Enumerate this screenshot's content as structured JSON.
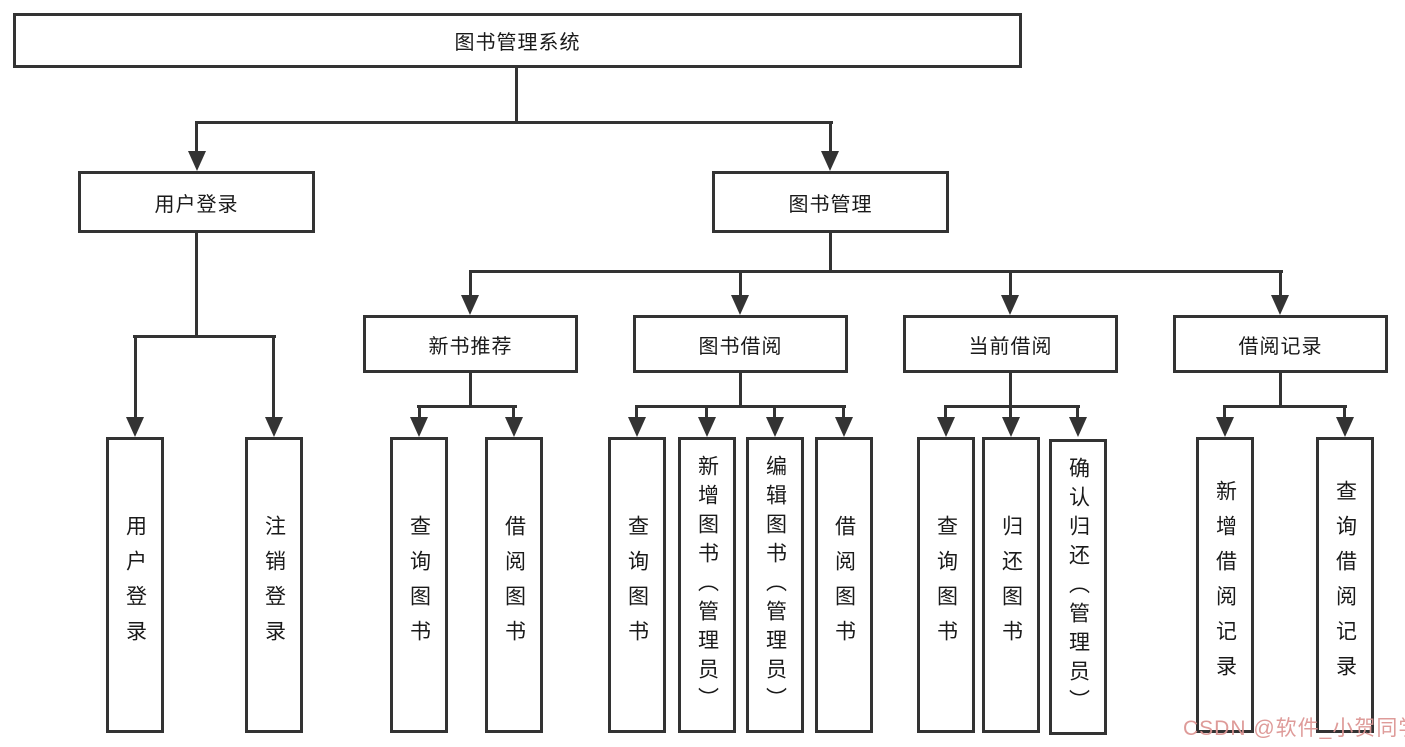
{
  "tree": {
    "label": "图书管理系统",
    "children": [
      {
        "label": "用户登录",
        "children": [
          {
            "label": "用户登录"
          },
          {
            "label": "注销登录"
          }
        ]
      },
      {
        "label": "图书管理",
        "children": [
          {
            "label": "新书推荐",
            "children": [
              {
                "label": "查询图书"
              },
              {
                "label": "借阅图书"
              }
            ]
          },
          {
            "label": "图书借阅",
            "children": [
              {
                "label": "查询图书"
              },
              {
                "label": "新增图书（管理员）"
              },
              {
                "label": "编辑图书（管理员）"
              },
              {
                "label": "借阅图书"
              }
            ]
          },
          {
            "label": "当前借阅",
            "children": [
              {
                "label": "查询图书"
              },
              {
                "label": "归还图书"
              },
              {
                "label": "确认归还（管理员）"
              }
            ]
          },
          {
            "label": "借阅记录",
            "children": [
              {
                "label": "新增借阅记录"
              },
              {
                "label": "查询借阅记录"
              }
            ]
          }
        ]
      }
    ]
  },
  "watermark": {
    "text": "CSDN @软件_小贺同学"
  },
  "colors": {
    "line": "#333333",
    "box_border": "#333333",
    "background": "#ffffff",
    "text": "#1a1a1a",
    "watermark": "#dd9694"
  }
}
